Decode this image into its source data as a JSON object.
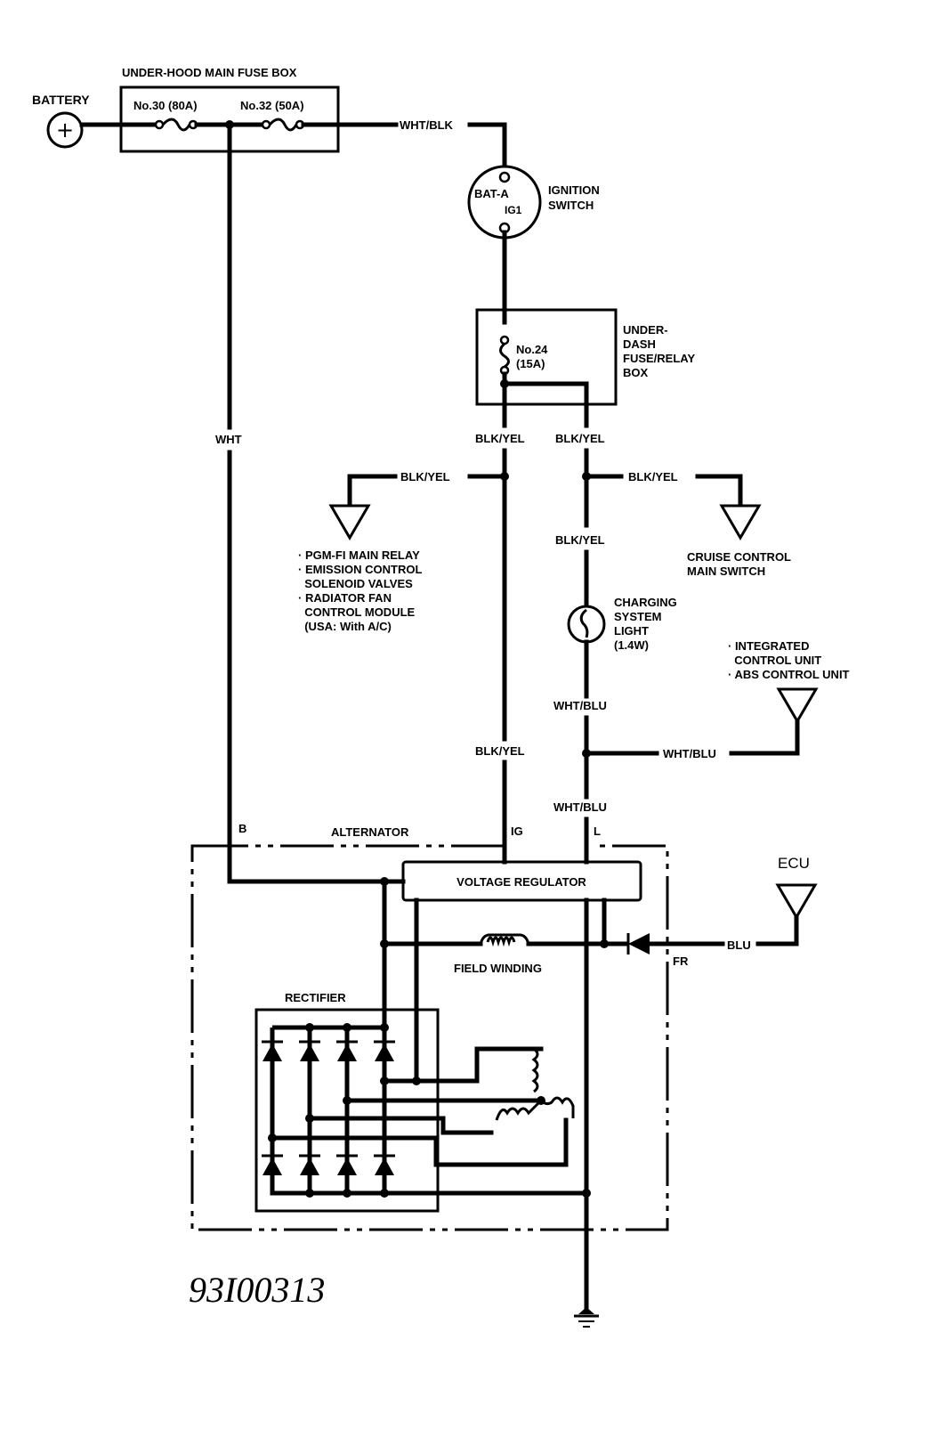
{
  "title_code": "93I00313",
  "battery": {
    "label": "BATTERY",
    "symbol": "+"
  },
  "main_fuse_box": {
    "label": "UNDER-HOOD MAIN FUSE BOX",
    "fuses": [
      "No.30 (80A)",
      "No.32 (50A)"
    ]
  },
  "ignition_switch": {
    "label_lines": [
      "IGNITION",
      "SWITCH"
    ],
    "terminals": [
      "BAT-A",
      "IG1"
    ]
  },
  "dash_fuse_box": {
    "label_lines": [
      "UNDER-",
      "DASH",
      "FUSE/RELAY",
      "BOX"
    ],
    "fuse_lines": [
      "No.24",
      "(15A)"
    ]
  },
  "wires": {
    "wht_blk": "WHT/BLK",
    "wht": "WHT",
    "blk_yel": "BLK/YEL",
    "wht_blu": "WHT/BLU",
    "blu": "BLU"
  },
  "pgm_fi_group": {
    "items": [
      "· PGM-FI MAIN RELAY",
      "· EMISSION CONTROL",
      "  SOLENOID VALVES",
      "· RADIATOR FAN",
      "  CONTROL MODULE",
      "  (USA: With A/C)"
    ]
  },
  "cruise_control": {
    "label_lines": [
      "CRUISE CONTROL",
      "MAIN SWITCH"
    ]
  },
  "charging_light": {
    "label_lines": [
      "CHARGING",
      "SYSTEM",
      "LIGHT",
      "(1.4W)"
    ]
  },
  "icu_group": {
    "items": [
      "· INTEGRATED",
      "  CONTROL UNIT",
      "· ABS CONTROL UNIT"
    ]
  },
  "alternator": {
    "label": "ALTERNATOR",
    "terminals": {
      "b": "B",
      "ig": "IG",
      "l": "L",
      "fr": "FR"
    },
    "voltage_regulator": "VOLTAGE REGULATOR",
    "field_winding": "FIELD WINDING",
    "rectifier": "RECTIFIER"
  },
  "ecu": {
    "label": "ECU"
  }
}
